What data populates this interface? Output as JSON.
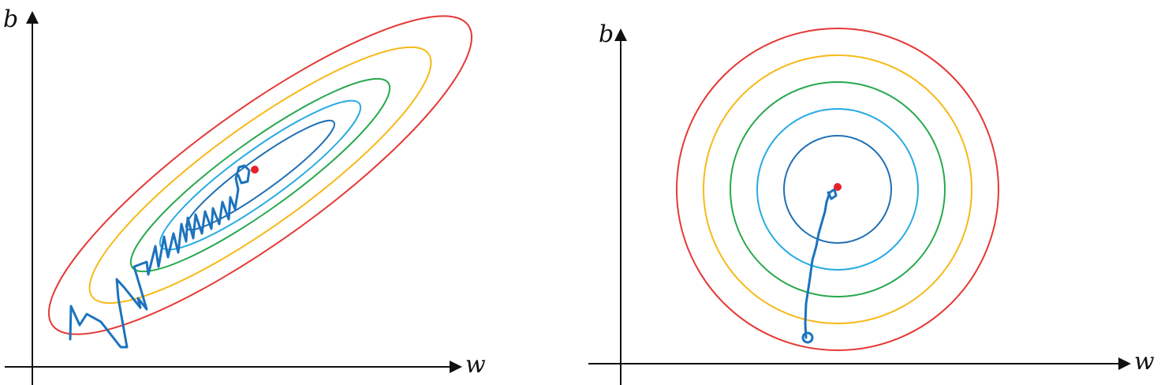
{
  "colors": {
    "contours": [
      "#e53935",
      "#f7b917",
      "#26a84c",
      "#29abe2",
      "#1f6fb4"
    ],
    "path": "#1c73be",
    "minimum": "#e8202a",
    "axis": "#111111"
  },
  "left_panel": {
    "x_label": "w",
    "y_label": "b",
    "contour_shape": "elongated-ellipses",
    "optimizer_path": "zigzag"
  },
  "right_panel": {
    "x_label": "w",
    "y_label": "b",
    "contour_shape": "concentric-circles",
    "optimizer_path": "direct"
  }
}
